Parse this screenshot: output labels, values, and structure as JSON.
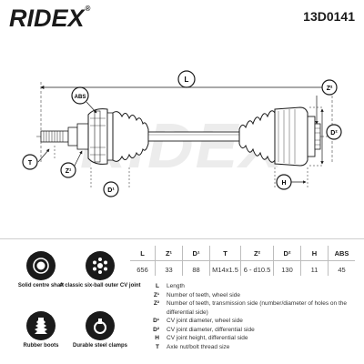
{
  "header": {
    "brand": "RIDEX",
    "part_number": "13D0141"
  },
  "drawing": {
    "labels": {
      "L": "L",
      "Z2": "Z²",
      "ABS": "ABS",
      "D2": "D²",
      "T": "T",
      "Z1": "Z¹",
      "D1": "D¹",
      "H": "H"
    }
  },
  "features": [
    {
      "label": "Solid centre shaft",
      "icon": "solid-shaft-icon"
    },
    {
      "label": "A classic six-ball outer CV joint",
      "icon": "cv-joint-icon"
    },
    {
      "label": "Rubber boots",
      "icon": "rubber-boot-icon"
    },
    {
      "label": "Durable steel clamps",
      "icon": "steel-clamp-icon"
    }
  ],
  "spec_table": {
    "headers": [
      "L",
      "Z¹",
      "D¹",
      "T",
      "Z²",
      "D²",
      "H",
      "ABS"
    ],
    "values": [
      "656",
      "33",
      "88",
      "M14x1.5",
      "6 - d10.5",
      "130",
      "11",
      "45"
    ]
  },
  "legend": [
    {
      "symbol": "L",
      "text": "Length"
    },
    {
      "symbol": "Z¹",
      "text": "Number of teeth, wheel side"
    },
    {
      "symbol": "Z²",
      "text": "Number of teeth, transmission side (number/diameter of holes on the differential side)"
    },
    {
      "symbol": "D¹",
      "text": "CV joint diameter, wheel side"
    },
    {
      "symbol": "D²",
      "text": "CV joint diameter, differential side"
    },
    {
      "symbol": "H",
      "text": "CV joint height, differential side"
    },
    {
      "symbol": "T",
      "text": "Axle nut/bolt thread size"
    }
  ]
}
